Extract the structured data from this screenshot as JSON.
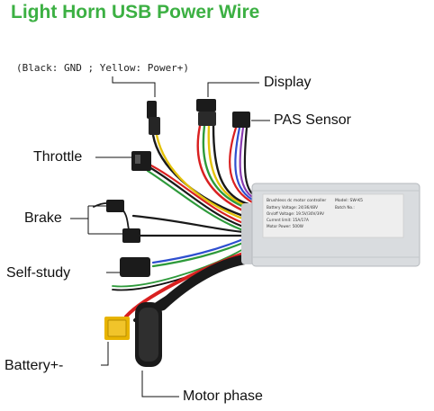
{
  "title": "Light Horn USB Power Wire",
  "note": "(Black: GND ; Yellow: Power+)",
  "labels": {
    "display": "Display",
    "pas_sensor": "PAS Sensor",
    "throttle": "Throttle",
    "brake": "Brake",
    "self_study": "Self-study",
    "battery": "Battery+-",
    "motor_phase": "Motor phase"
  },
  "controller_plate": {
    "heading": "Brushless dc motor controller",
    "lines": [
      "Battery Voltage: 24/36/48V",
      "On/off Voltage: 19.5V/30V/39V",
      "Current limit: 15A/17A",
      "Motor Power: 500W"
    ],
    "model": "Model: SW-K5",
    "batch": "Batch No.:"
  },
  "colors": {
    "title_green": "#3cb043",
    "housing": "#d9dcdf",
    "wire_red": "#d92020",
    "wire_yellow": "#e3c20b",
    "wire_green": "#2d9a3a",
    "wire_blue": "#2e4fcf",
    "wire_purple": "#8a3bb0",
    "wire_black": "#1a1a1a",
    "connector_black": "#1b1b1b",
    "connector_yellow": "#e8b400"
  }
}
